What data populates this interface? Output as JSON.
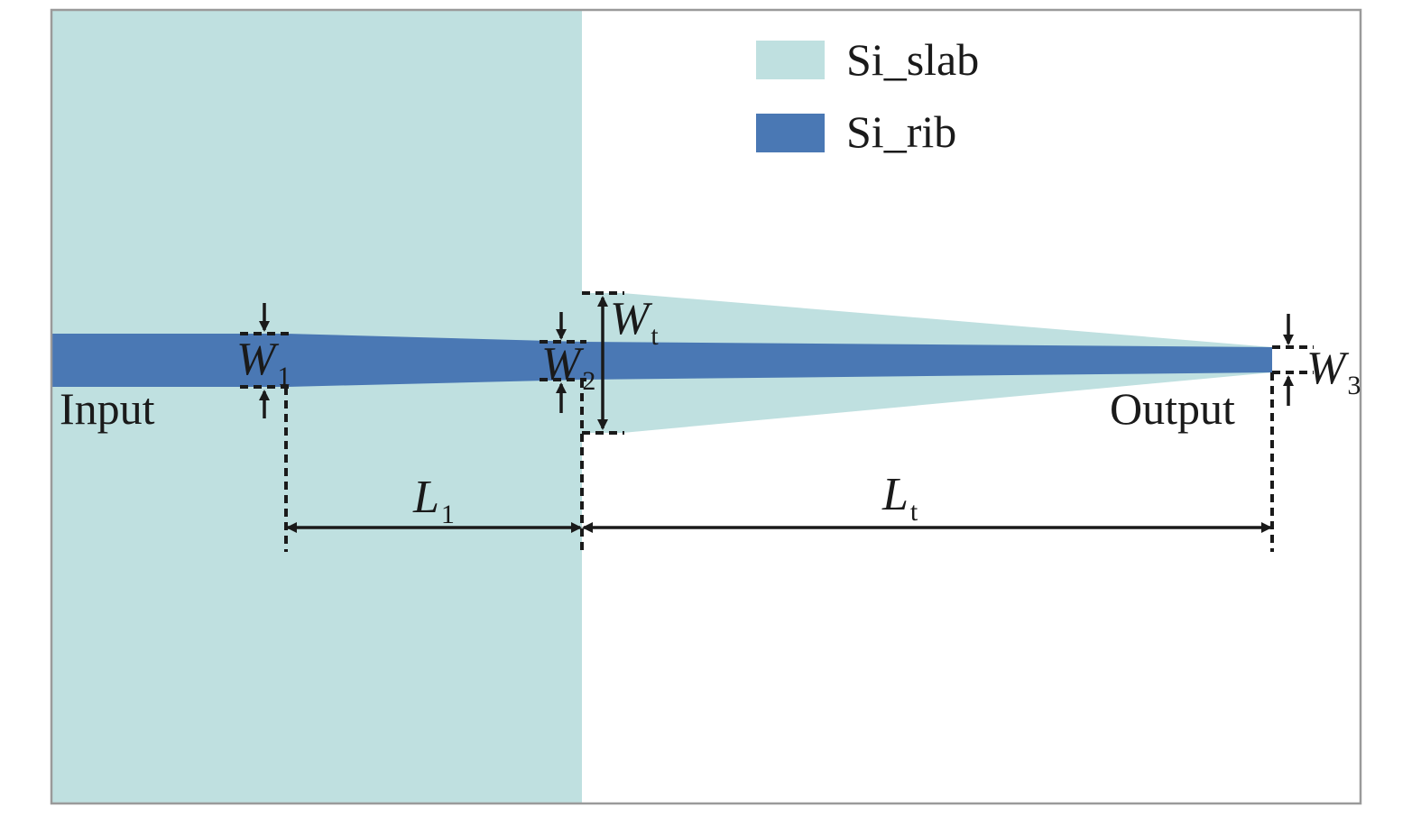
{
  "colors": {
    "slab": "#bfe0e0",
    "rib": "#4a78b4",
    "frame": "#9a9a9a",
    "ink": "#1a1a1a"
  },
  "legend": {
    "items": [
      {
        "label": "Si_slab",
        "color": "#bfe0e0"
      },
      {
        "label": "Si_rib",
        "color": "#4a78b4"
      }
    ]
  },
  "ports": {
    "input": "Input",
    "output": "Output"
  },
  "dimensions": {
    "w1": {
      "symbol": "W",
      "sub": "1"
    },
    "w2": {
      "symbol": "W",
      "sub": "2"
    },
    "w3": {
      "symbol": "W",
      "sub": "3"
    },
    "wt": {
      "symbol": "W",
      "sub": "t"
    },
    "l1": {
      "symbol": "L",
      "sub": "1"
    },
    "lt": {
      "symbol": "L",
      "sub": "t"
    }
  }
}
